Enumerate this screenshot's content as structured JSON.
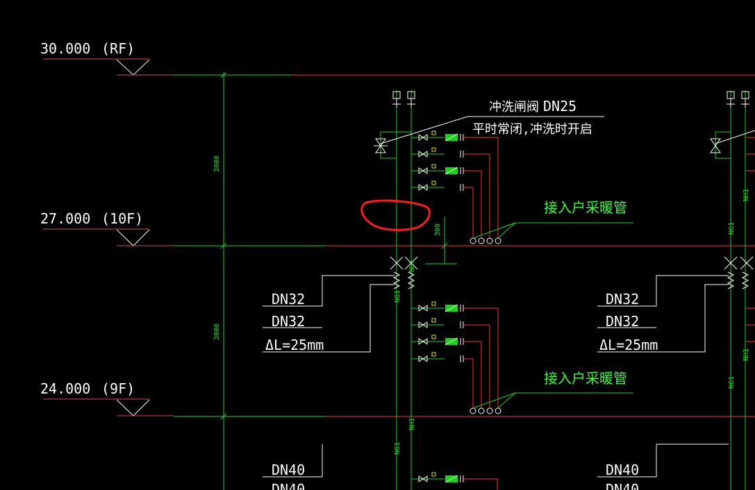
{
  "levels": [
    {
      "elevation": "30.000",
      "floor": "(RF)"
    },
    {
      "elevation": "27.000",
      "floor": "(10F)"
    },
    {
      "elevation": "24.000",
      "floor": "(9F)"
    }
  ],
  "dimensions": {
    "storey": "3000",
    "offset": "300"
  },
  "annotations": {
    "flush_valve": "冲洗闸阀",
    "flush_size": "DN25",
    "flush_note": "平时常闭,冲洗时开启",
    "connect_heating": "接入户采暖管"
  },
  "pipe_tags": {
    "supply": "NG1",
    "return": "NH1"
  },
  "sizes": {
    "dn32": "DN32",
    "dn40": "DN40",
    "expansion": "ΔL=25mm"
  }
}
